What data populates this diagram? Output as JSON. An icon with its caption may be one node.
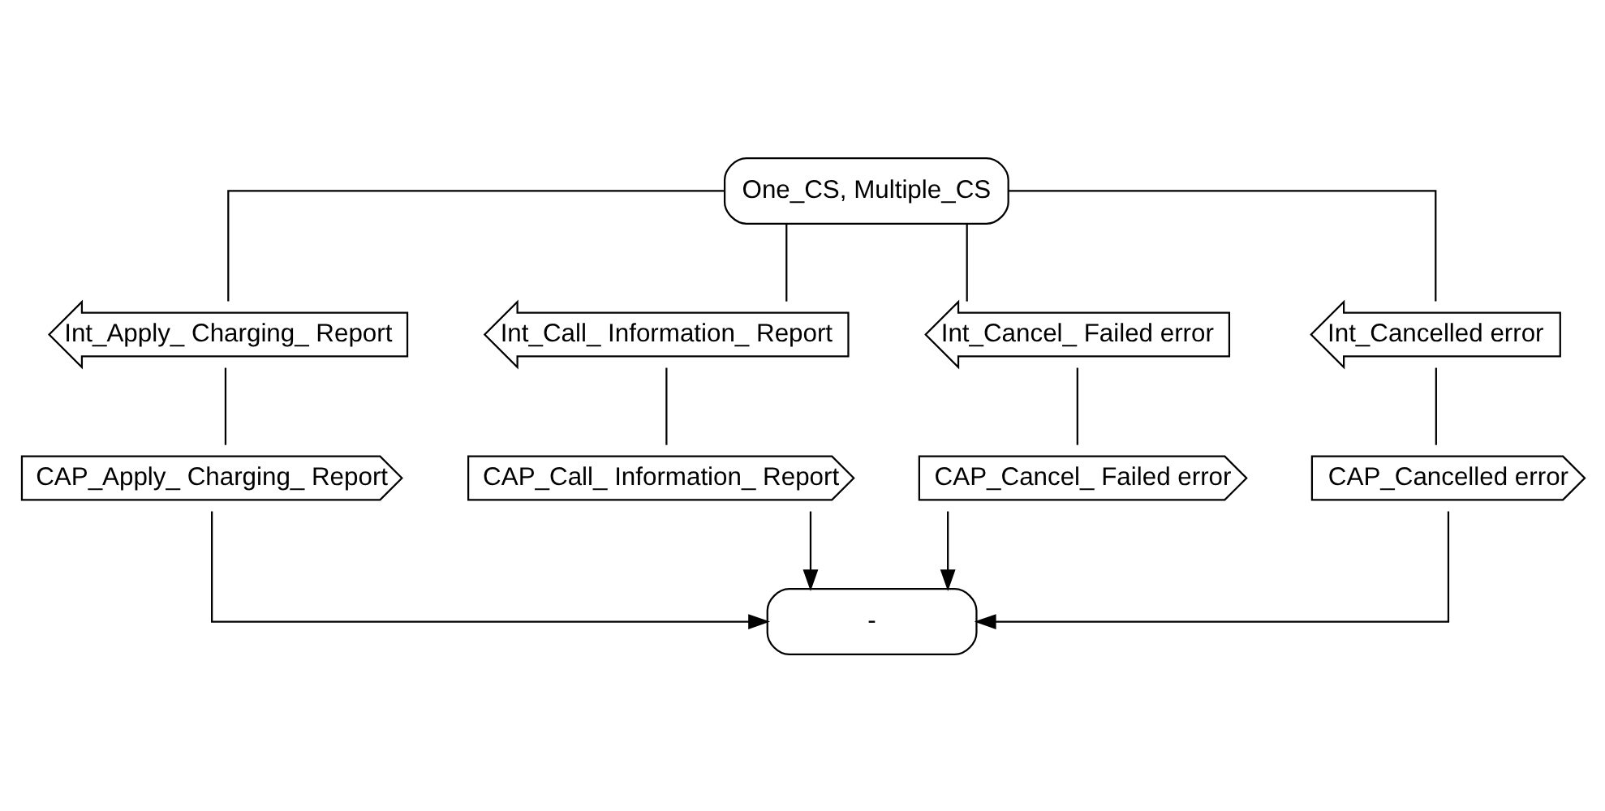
{
  "diagram": {
    "nodes": [
      {
        "text": [
          "One_CS, Multiple_CS"
        ]
      },
      {
        "text": [
          "Int_Apply_ Charging_ Report"
        ]
      },
      {
        "text": [
          "Int_Call_ Information_ Report"
        ]
      },
      {
        "text": [
          "Int_Cancel_ Failed error"
        ]
      },
      {
        "text": [
          "Int_Cancelled error"
        ]
      },
      {
        "text": [
          "CAP_Apply_ Charging_ Report"
        ]
      },
      {
        "text": [
          "CAP_Call_ Information_ Report"
        ]
      },
      {
        "text": [
          "CAP_Cancel_ Failed error"
        ]
      },
      {
        "text": [
          "CAP_Cancelled error"
        ]
      },
      {
        "text": [
          "-"
        ]
      }
    ],
    "edges": [
      {
        "from": 0,
        "to": 1,
        "arrow": "none"
      },
      {
        "from": 0,
        "to": 2,
        "arrow": "none"
      },
      {
        "from": 0,
        "to": 3,
        "arrow": "none"
      },
      {
        "from": 0,
        "to": 4,
        "arrow": "none"
      },
      {
        "from": 1,
        "to": 5,
        "arrow": "none"
      },
      {
        "from": 2,
        "to": 6,
        "arrow": "none"
      },
      {
        "from": 3,
        "to": 7,
        "arrow": "none"
      },
      {
        "from": 4,
        "to": 8,
        "arrow": "none"
      },
      {
        "from": 5,
        "to": 9,
        "arrow": "to"
      },
      {
        "from": 6,
        "to": 9,
        "arrow": "to"
      },
      {
        "from": 7,
        "to": 9,
        "arrow": "to"
      },
      {
        "from": 8,
        "to": 9,
        "arrow": "to"
      }
    ]
  }
}
